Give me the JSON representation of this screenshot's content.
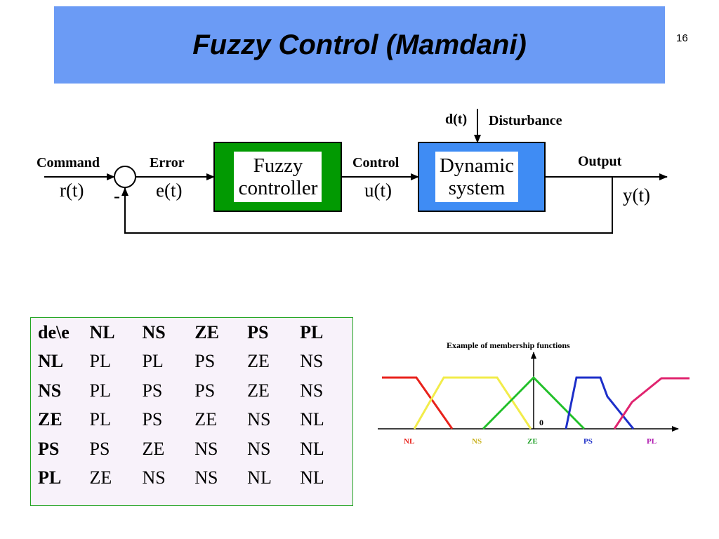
{
  "slide": {
    "title": "Fuzzy Control (Mamdani)",
    "page_number": "16"
  },
  "block_diagram": {
    "command_label": "Command",
    "command_signal": "r(t)",
    "minus_sign": "-",
    "error_label": "Error",
    "error_signal": "e(t)",
    "controller_line1": "Fuzzy",
    "controller_line2": "controller",
    "control_label": "Control",
    "control_signal": "u(t)",
    "plant_line1": "Dynamic",
    "plant_line2": "system",
    "disturbance_signal": "d(t)",
    "disturbance_label": "Disturbance",
    "output_label": "Output",
    "output_signal": "y(t)",
    "colors": {
      "controller_fill": "#029a02",
      "plant_fill": "#3f8cf4",
      "box_inner": "#ffffff"
    }
  },
  "rule_table": {
    "header": [
      "de\\e",
      "NL",
      "NS",
      "ZE",
      "PS",
      "PL"
    ],
    "rows": [
      {
        "label": "NL",
        "cells": [
          "PL",
          "PL",
          "PS",
          "ZE",
          "NS"
        ]
      },
      {
        "label": "NS",
        "cells": [
          "PL",
          "PS",
          "PS",
          "ZE",
          "NS"
        ]
      },
      {
        "label": "ZE",
        "cells": [
          "PL",
          "PS",
          "ZE",
          "NS",
          "NL"
        ]
      },
      {
        "label": "PS",
        "cells": [
          "PS",
          "ZE",
          "NS",
          "NS",
          "NL"
        ]
      },
      {
        "label": "PL",
        "cells": [
          "ZE",
          "NS",
          "NS",
          "NL",
          "NL"
        ]
      }
    ]
  },
  "membership_plot": {
    "title": "Example  of membership functions",
    "zero_label": "0",
    "sets": [
      {
        "name": "NL",
        "color": "#e8221b"
      },
      {
        "name": "NS",
        "color": "#f2ec4a"
      },
      {
        "name": "ZE",
        "color": "#22c02a"
      },
      {
        "name": "PS",
        "color": "#1d2fc9"
      },
      {
        "name": "PL",
        "color": "#e0246f"
      }
    ]
  }
}
